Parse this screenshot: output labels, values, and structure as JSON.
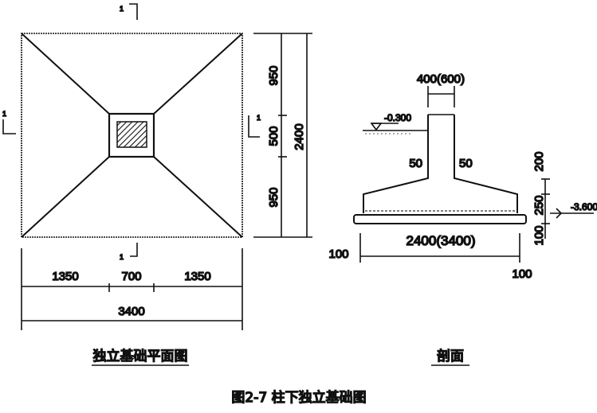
{
  "plan": {
    "section_mark": "1",
    "dims_vertical": [
      "950",
      "500",
      "950"
    ],
    "dim_vertical_total": "2400",
    "dims_horizontal": [
      "1350",
      "700",
      "1350"
    ],
    "dim_horizontal_total": "3400",
    "caption": "独立基础平面图"
  },
  "section": {
    "column_width": "400(600)",
    "ground_level": "-0.300",
    "offset_left": "50",
    "offset_right": "50",
    "base_width": "2400(3400)",
    "pad_left": "100",
    "pad_right": "100",
    "heights": [
      "200",
      "250",
      "100"
    ],
    "bottom_level": "-3.600",
    "caption": "剖面"
  },
  "figure_caption": "图2-7 柱下独立基础图"
}
